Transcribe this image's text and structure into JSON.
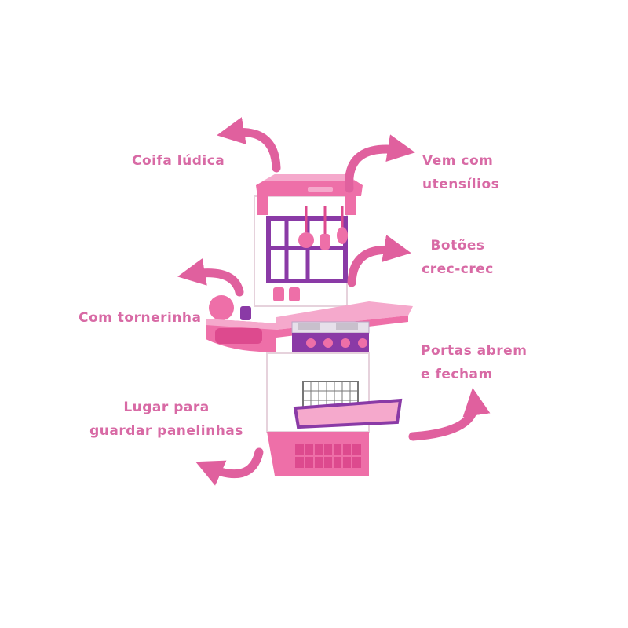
{
  "colors": {
    "label": "#d86aa5",
    "arrow": "#e0609e",
    "pink_light": "#f5a9cc",
    "pink": "#ee6fa8",
    "pink_dark": "#dd4a8e",
    "purple": "#8a3aa6",
    "white": "#ffffff"
  },
  "callouts": {
    "hood": [
      "Coifa lúdica"
    ],
    "utensils": [
      "Vem com",
      "utensílios"
    ],
    "buttons": [
      "Botões",
      "crec-crec"
    ],
    "faucet": [
      "Com tornerinha"
    ],
    "doors": [
      "Portas abrem",
      "e fecham"
    ],
    "storage": [
      "Lugar para",
      "guardar panelinhas"
    ]
  }
}
